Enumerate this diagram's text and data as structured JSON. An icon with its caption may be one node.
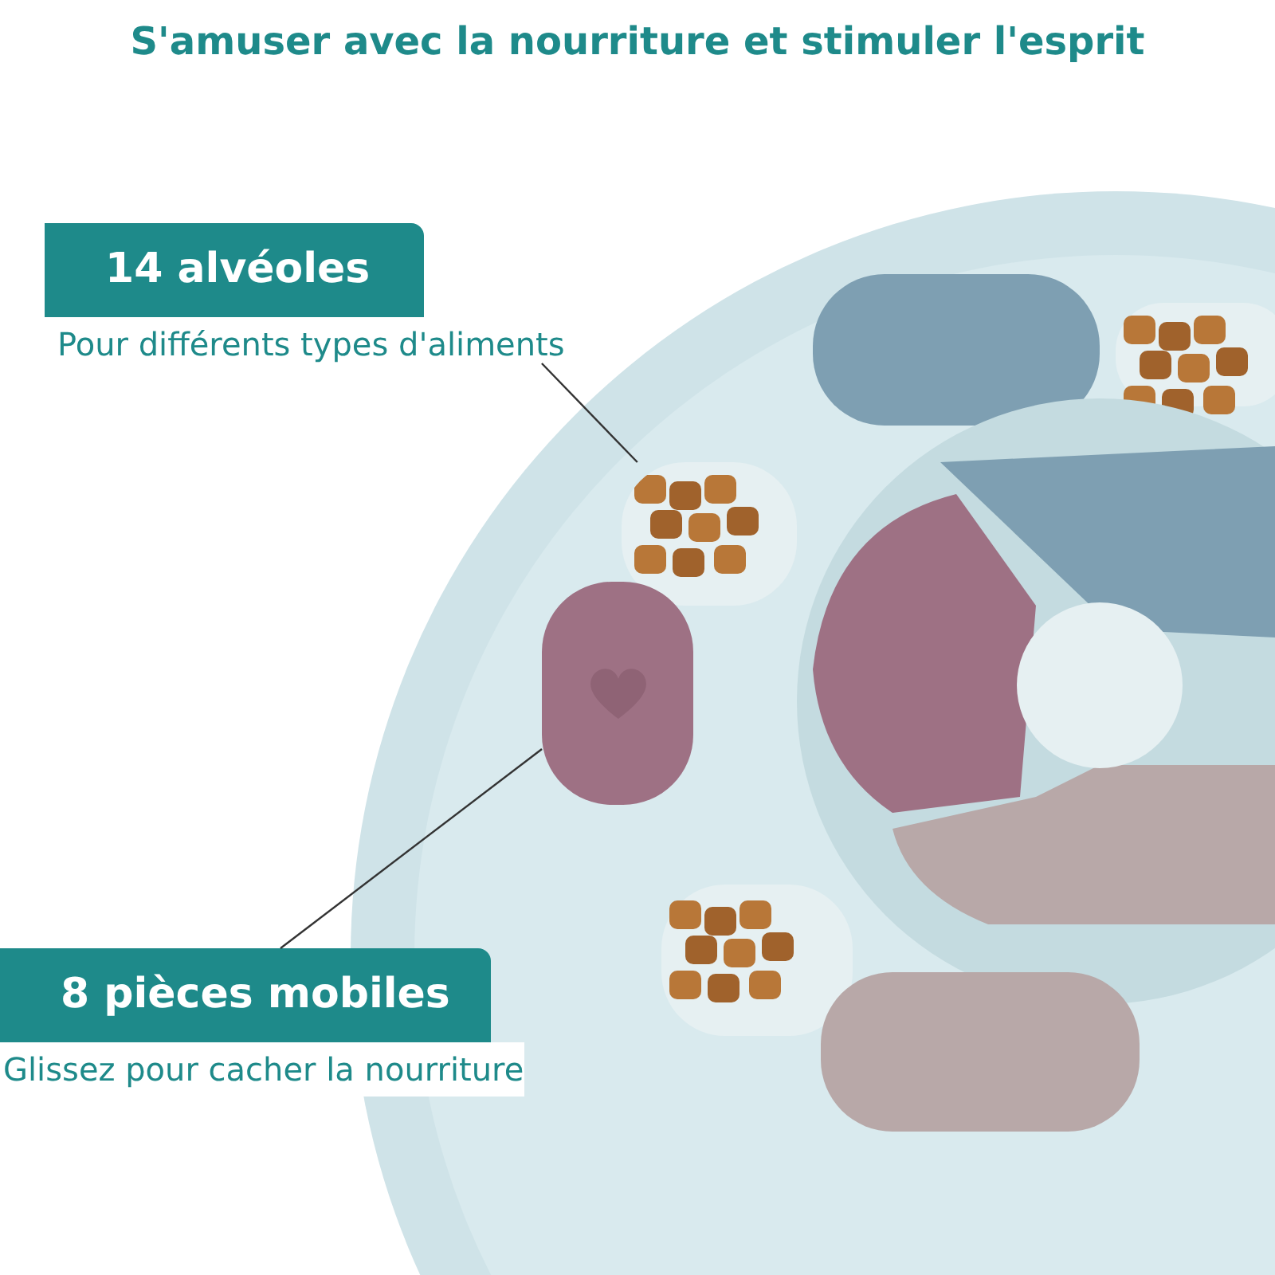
{
  "diagram": {
    "title": "S'amuser avec la nourriture et stimuler l'esprit",
    "nodes": [
      {
        "text": [
          "14 alvéoles",
          "Pour différents types d'aliments"
        ]
      },
      {
        "text": [],
        "shape": "picture"
      },
      {
        "text": [
          "8 pièces mobiles",
          "Glissez pour cacher la nourriture"
        ]
      },
      {
        "text": [],
        "shape": "picture"
      }
    ],
    "edges": [
      {
        "from": 0,
        "to": 1,
        "arrow": "none"
      },
      {
        "from": 2,
        "to": 3,
        "arrow": "none"
      }
    ]
  }
}
